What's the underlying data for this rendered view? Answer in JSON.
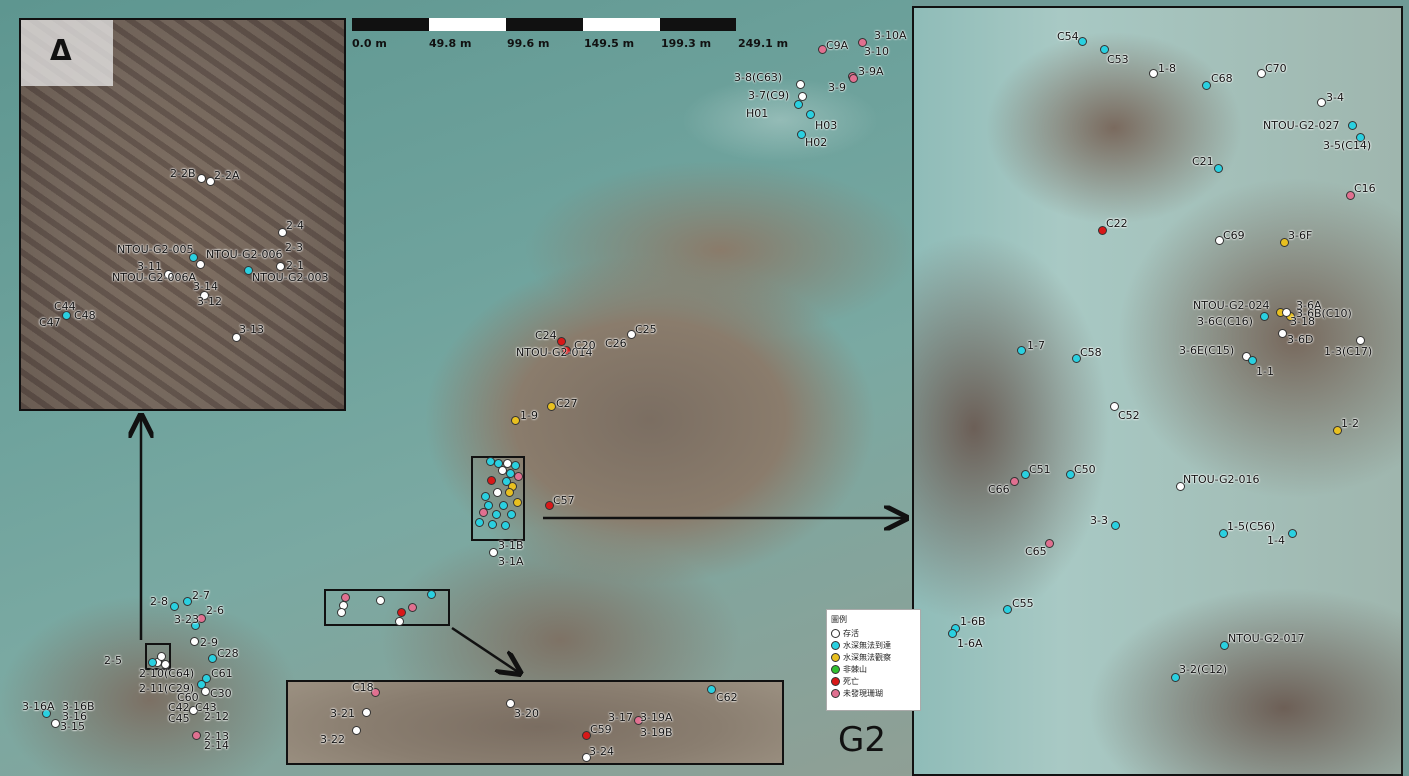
{
  "map_title": "G2",
  "scale_labels": [
    "0.0 m",
    "49.8 m",
    "99.6 m",
    "149.5 m",
    "199.3 m",
    "249.1 m"
  ],
  "inset_label": "Δ",
  "legend": {
    "title": "圖例",
    "items": [
      {
        "label": "存活",
        "color": "#ffffff"
      },
      {
        "label": "水深無法到達",
        "color": "#2ad0e0"
      },
      {
        "label": "水深無法觀察",
        "color": "#e8c020"
      },
      {
        "label": "非棘山",
        "color": "#30c030"
      },
      {
        "label": "死亡",
        "color": "#d81818"
      },
      {
        "label": "未發現珊瑚",
        "color": "#e07090"
      }
    ]
  },
  "colors": {
    "alive": "#ffffff",
    "unreachable": "#2ad0e0",
    "unobservable": "#e8c020",
    "dead": "#d81818",
    "notfound": "#e07090"
  },
  "labels": {
    "main": [
      "3-10A",
      "C9A",
      "3-10",
      "3-8(C63)",
      "3-9A",
      "3-7(C9)",
      "3-9",
      "H01",
      "H03",
      "H02",
      "C24",
      "C25",
      "NTOU-G2-014",
      "C20",
      "C26",
      "1-9",
      "C27",
      "C57",
      "3-1B",
      "3-1A",
      "2-8",
      "2-7",
      "2-6",
      "3-23",
      "2-9",
      "2-5",
      "C28",
      "2-10(C64)",
      "2-11(C29)",
      "C61",
      "C30",
      "C60",
      "C42",
      "C43",
      "C45",
      "2-12",
      "2-13",
      "2-14",
      "3-16A",
      "3-16B",
      "3-16",
      "3-15",
      "C62",
      "C18",
      "3-21",
      "3-22",
      "3-20",
      "C59",
      "3-17",
      "3-19A",
      "3-19B",
      "3-24"
    ],
    "delta": [
      "2-2B",
      "2-2A",
      "2-4",
      "2-3",
      "NTOU-G2-005",
      "NTOU-G2-006",
      "3-11",
      "2-1",
      "NTOU-G2-003",
      "NTOU-G2-006A",
      "3-14",
      "3-12",
      "C44",
      "C47",
      "C48",
      "3-13"
    ],
    "right": [
      "C54",
      "C53",
      "1-8",
      "C68",
      "C70",
      "3-4",
      "NTOU-G2-027",
      "3-5(C14)",
      "C21",
      "C16",
      "C22",
      "C69",
      "3-6F",
      "NTOU-G2-024",
      "3-6A",
      "3-6B(C10)",
      "3-6C(C16)",
      "3-18",
      "3-6D",
      "1-7",
      "C58",
      "3-6E(C15)",
      "1-1",
      "1-3(C17)",
      "C52",
      "1-2",
      "C51",
      "C50",
      "C66",
      "NTOU-G2-016",
      "3-3",
      "1-5(C56)",
      "1-4",
      "C65",
      "C55",
      "1-6B",
      "1-6A",
      "NTOU-G2-017",
      "3-2(C12)"
    ]
  }
}
